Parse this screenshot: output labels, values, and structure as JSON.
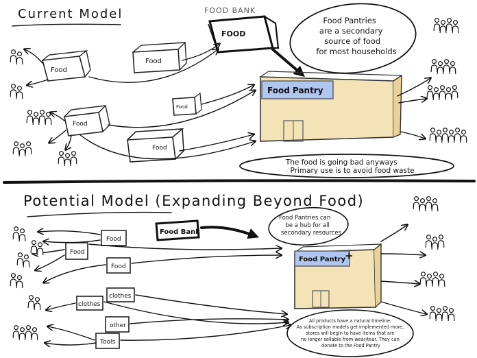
{
  "current": {
    "title": "Current Model",
    "food_bank_caption": "FOOD BANK",
    "food_bank_box": "FOOD",
    "source_boxes": [
      "Food",
      "Food",
      "Food",
      "Food"
    ],
    "pantry_sign": "Food Pantry",
    "bubble_lines": [
      "Food Pantries",
      "are a secondary",
      "source of food",
      "for most households"
    ],
    "waste_lines": [
      "The food is going bad anyways",
      "Primary use is to avoid food waste"
    ]
  },
  "potential": {
    "title": "Potential Model (Expanding Beyond Food)",
    "food_bank_box": "Food Bank",
    "item_boxes": [
      "Food",
      "Food",
      "Food",
      "clothes",
      "clothes",
      "other",
      "Tools"
    ],
    "pantry_sign": "Food Pantry",
    "pantry_plus": "+",
    "hub_lines": [
      "Food Pantries can",
      "be a hub for all",
      "secondary resources"
    ],
    "note_lines": [
      "All products have a natural timeline.",
      "As subscription models get implemented more,",
      "stores will begin to have items that are",
      "no longer sellable from wear/tear. They can",
      "donate to the Food Pantry"
    ]
  },
  "colors": {
    "ink": "#111111",
    "wall": "#f3e3b6",
    "wall_side": "#e8d29a",
    "sign": "#aec6f0"
  }
}
